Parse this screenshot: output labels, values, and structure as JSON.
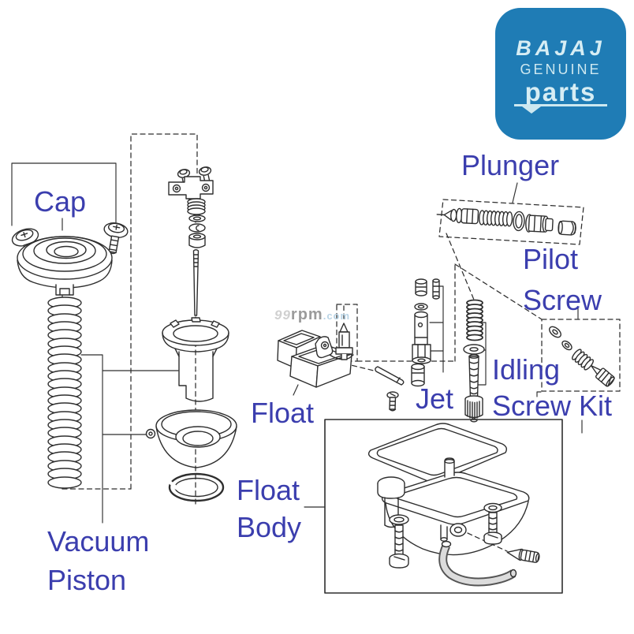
{
  "logo": {
    "brand": "BAJAJ",
    "subtitle": "GENUINE",
    "product": "parts",
    "bg_color": "#1f7cb5",
    "text_color": "#d6edf4"
  },
  "watermark": {
    "prefix": "99",
    "name": "rpm",
    "tld": ".com"
  },
  "labels": {
    "color": "#3b3eae",
    "cap": "Cap",
    "plunger": "Plunger",
    "pilot_screw": {
      "line1": "Pilot",
      "line2": "Screw"
    },
    "jet": "Jet",
    "float": "Float",
    "idling_screw_kit": {
      "line1": "Idling",
      "line2": "Screw Kit"
    },
    "float_body": {
      "line1": "Float",
      "line2": "Body"
    },
    "vacuum_piston": {
      "line1": "Vacuum",
      "line2": "Piston"
    }
  },
  "diagram": {
    "line_color": "#2e2e2e",
    "background": "#ffffff"
  }
}
